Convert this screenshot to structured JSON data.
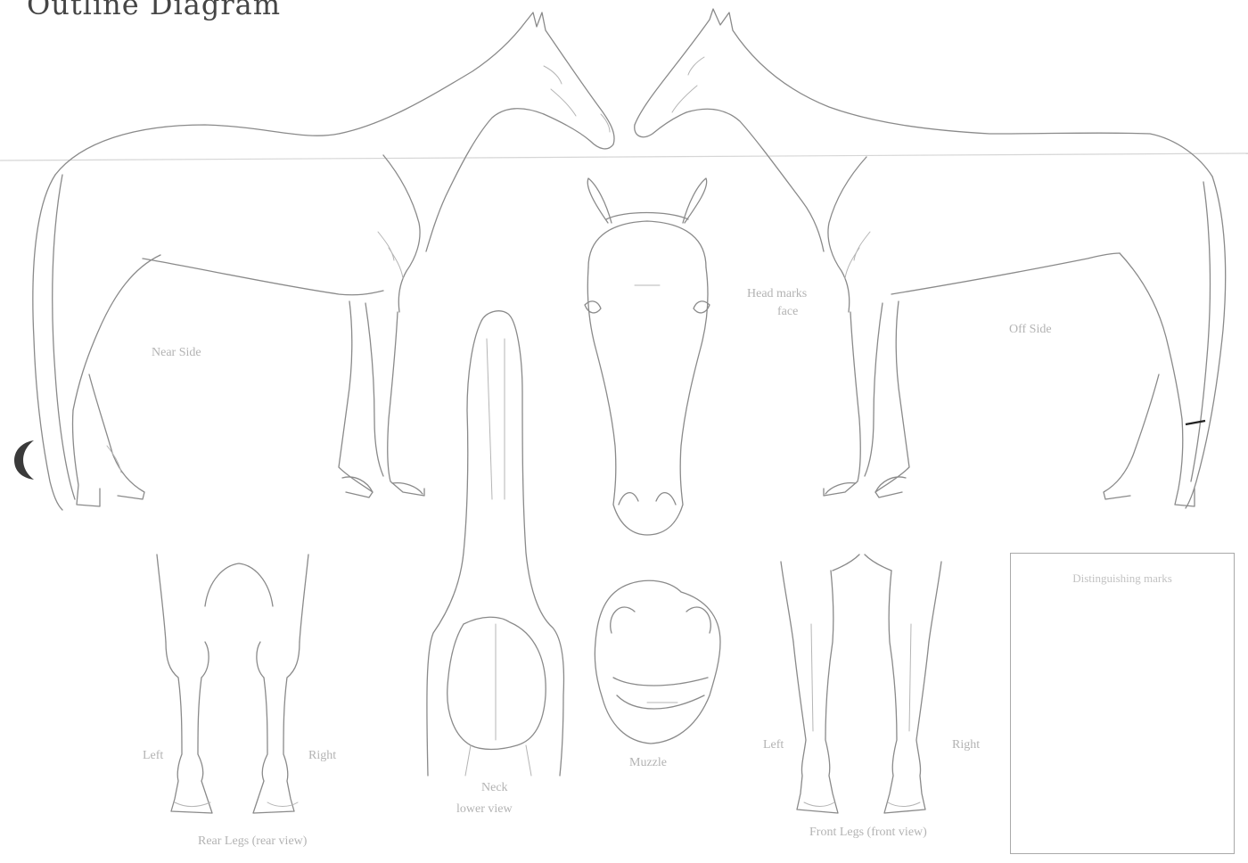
{
  "title": "Outline Diagram",
  "labels": {
    "near_side": "Near Side",
    "off_side": "Off Side",
    "face_marks": "Head marks",
    "face_sub": "face",
    "neck_title": "Neck",
    "neck_sub": "lower view",
    "muzzle": "Muzzle",
    "left_rear_left": "Left",
    "left_rear_right": "Right",
    "rear_legs_caption": "Rear Legs (rear view)",
    "front_left": "Left",
    "front_right": "Right",
    "front_legs_caption": "Front Legs (front view)"
  },
  "description_box": {
    "title": "Distinguishing marks"
  },
  "colors": {
    "line": "#8a8a8a",
    "label": "#b3b3b3",
    "rule": "#d6d6d6"
  }
}
